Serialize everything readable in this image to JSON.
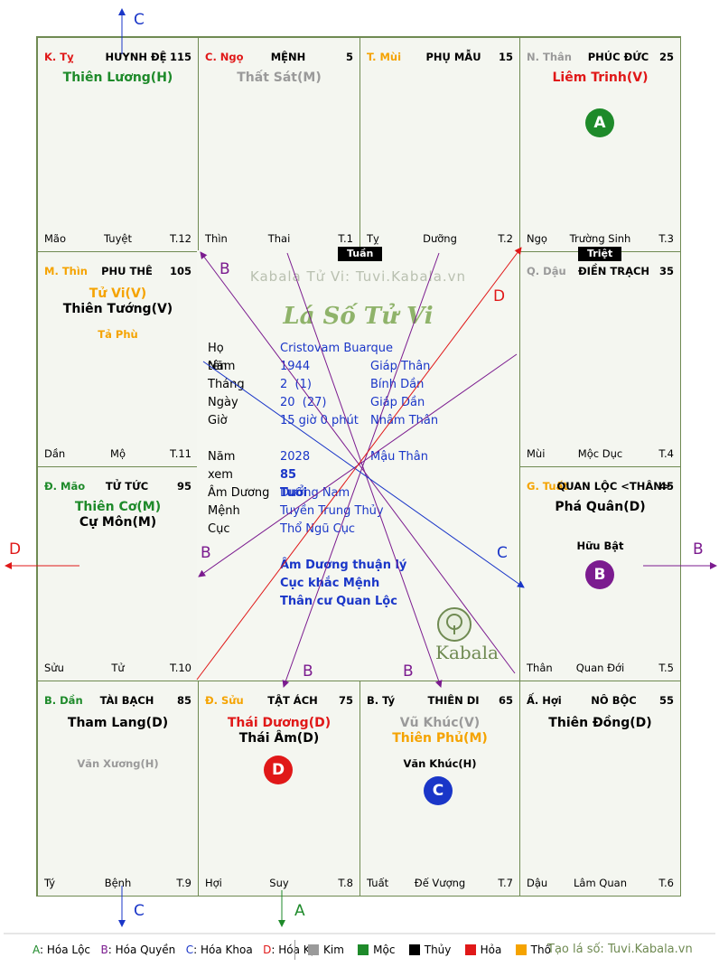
{
  "center_banner": "Kabala Tử Vi: Tuvi.Kabala.vn",
  "center_title": "Lá Số Tử Vi",
  "brand_logo": "Kabala",
  "colors": {
    "green": "#1e8a2a",
    "purple": "#7b1b8f",
    "blue": "#1a36c8",
    "red": "#e01818",
    "grey": "#9a9a9a",
    "orange": "#f5a300",
    "black": "#000000"
  },
  "cells": [
    {
      "key": "ty",
      "stem": "K. Tỵ",
      "name": "HUYNH ĐỆ",
      "num": "115",
      "stars": [
        "Thiên Lương(H)"
      ],
      "bottom": [
        "Mão",
        "Tuyệt",
        "T.12"
      ]
    },
    {
      "key": "ngo",
      "stem": "C. Ngọ",
      "name": "MỆNH",
      "num": "5",
      "stars": [
        "Thất Sát(M)"
      ],
      "bottom": [
        "Thìn",
        "Thai",
        "T.1"
      ]
    },
    {
      "key": "mui",
      "stem": "T. Mùi",
      "name": "PHỤ MẪU",
      "num": "15",
      "stars": [],
      "bottom": [
        "Tỵ",
        "Dưỡng",
        "T.2"
      ]
    },
    {
      "key": "than",
      "stem": "N. Thân",
      "name": "PHÚC ĐỨC",
      "num": "25",
      "stars": [
        "Liêm Trinh(V)"
      ],
      "bottom": [
        "Ngọ",
        "Trường Sinh",
        "T.3"
      ]
    },
    {
      "key": "thin",
      "stem": "M. Thìn",
      "name": "PHU THÊ",
      "num": "105",
      "stars": [
        "Tử Vi(V)",
        "Thiên Tướng(V)"
      ],
      "minor": "Tả Phù",
      "bottom": [
        "Dần",
        "Mộ",
        "T.11"
      ]
    },
    {
      "key": "dau",
      "stem": "Q. Dậu",
      "name": "ĐIỀN TRẠCH",
      "num": "35",
      "stars": [],
      "bottom": [
        "Mùi",
        "Mộc Dục",
        "T.4"
      ]
    },
    {
      "key": "mao",
      "stem": "Đ. Mão",
      "name": "TỬ TỨC",
      "num": "95",
      "stars": [
        "Thiên Cơ(M)",
        "Cự Môn(M)"
      ],
      "bottom": [
        "Sửu",
        "Tử",
        "T.10"
      ]
    },
    {
      "key": "tuat",
      "stem": "G. Tuất",
      "name": "QUAN LỘC <THÂN>",
      "num": "45",
      "stars": [
        "Phá Quân(D)"
      ],
      "minor": "Hữu Bật",
      "bottom": [
        "Thân",
        "Quan Đới",
        "T.5"
      ]
    },
    {
      "key": "dan",
      "stem": "B. Dần",
      "name": "TÀI BẠCH",
      "num": "85",
      "stars": [
        "Tham Lang(D)"
      ],
      "minor": "Văn Xương(H)",
      "bottom": [
        "Tý",
        "Bệnh",
        "T.9"
      ]
    },
    {
      "key": "suu",
      "stem": "Đ. Sửu",
      "name": "TẬT ÁCH",
      "num": "75",
      "stars": [
        "Thái Dương(D)",
        "Thái Âm(D)"
      ],
      "bottom": [
        "Hợi",
        "Suy",
        "T.8"
      ]
    },
    {
      "key": "ti",
      "stem": "B. Tý",
      "name": "THIÊN DI",
      "num": "65",
      "stars": [
        "Vũ Khúc(V)",
        "Thiên Phủ(M)"
      ],
      "minor": "Văn Khúc(H)",
      "bottom": [
        "Tuất",
        "Đế Vượng",
        "T.7"
      ]
    },
    {
      "key": "hoi",
      "stem": "Ấ. Hợi",
      "name": "NÔ BỘC",
      "num": "55",
      "stars": [
        "Thiên Đồng(D)"
      ],
      "bottom": [
        "Dậu",
        "Lâm Quan",
        "T.6"
      ]
    }
  ],
  "tags": [
    "Tuần",
    "Triệt"
  ],
  "bubbles": [
    "A",
    "B",
    "D",
    "C"
  ],
  "info": {
    "rows": [
      [
        "Họ tên",
        "Cristovam Buarque",
        ""
      ],
      [
        "Năm",
        "1944",
        "Giáp Thân"
      ],
      [
        "Tháng",
        "2  (1)",
        "Bính Dần"
      ],
      [
        "Ngày",
        "20  (27)",
        "Giáp Dần"
      ],
      [
        "Giờ",
        "15 giờ 0 phút",
        "Nhâm Thân"
      ],
      [
        "Năm xem",
        "2028",
        "Mậu Thân"
      ],
      [
        "",
        "85 Tuổi",
        ""
      ],
      [
        "Âm Dương",
        "Dương Nam",
        ""
      ],
      [
        "Mệnh",
        "Tuyền Trung Thủy",
        ""
      ],
      [
        "Cục",
        "Thổ Ngũ Cục",
        ""
      ]
    ],
    "notes": [
      "Âm Dương thuận lý",
      "Cục khắc Mệnh",
      "Thân cư Quan Lộc"
    ]
  },
  "arrow_labels": {
    "top": "C",
    "left": "D",
    "right": "B",
    "bottom_left": "C",
    "bottom_center": "A",
    "inner": [
      "B",
      "D",
      "B",
      "C",
      "B",
      "B"
    ]
  },
  "legend": {
    "hoa": [
      {
        "k": "A",
        "t": "Hóa Lộc"
      },
      {
        "k": "B",
        "t": "Hóa Quyền"
      },
      {
        "k": "C",
        "t": "Hóa Khoa"
      },
      {
        "k": "D",
        "t": "Hóa Kị"
      }
    ],
    "elements": [
      {
        "t": "Kim",
        "c": "#9a9a9a"
      },
      {
        "t": "Mộc",
        "c": "#1e8a2a"
      },
      {
        "t": "Thủy",
        "c": "#000000"
      },
      {
        "t": "Hỏa",
        "c": "#e01818"
      },
      {
        "t": "Thổ",
        "c": "#f5a300"
      }
    ],
    "site": "Tạo lá số: Tuvi.Kabala.vn"
  }
}
